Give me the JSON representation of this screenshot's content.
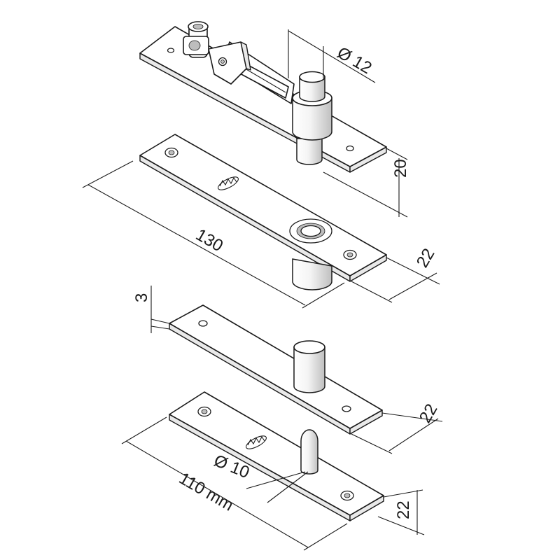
{
  "dimensions": {
    "top_pin_diameter": "Ø 12",
    "top_height": "20",
    "top_length": "130",
    "top_width": "22",
    "bottom_thickness": "3",
    "bottom_width_upper": "22",
    "bottom_pin_diameter": "Ø 10",
    "bottom_length": "110 mm",
    "bottom_width_lower": "22"
  },
  "colors": {
    "line": "#1a1a1a",
    "background": "#ffffff",
    "shade": "#e9e9e9"
  }
}
